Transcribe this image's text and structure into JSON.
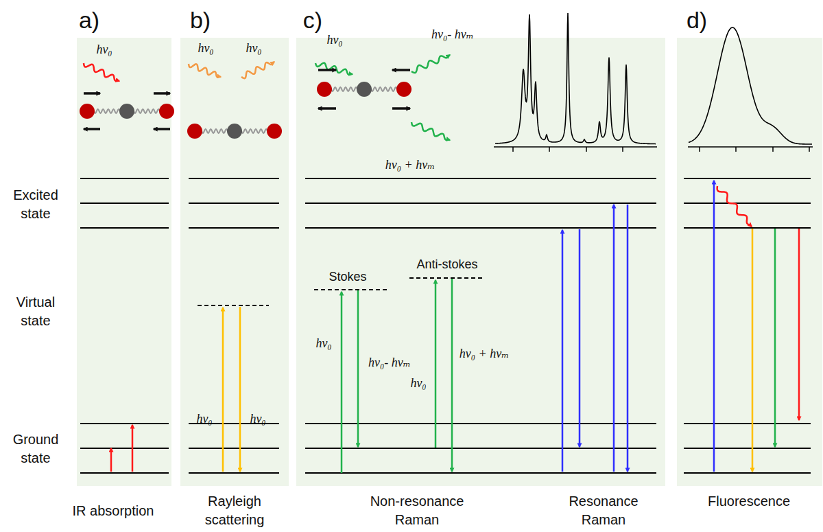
{
  "diagram": {
    "labels": [
      "a)",
      "b)",
      "c)",
      "d)",
      "hν₀",
      "hν₀",
      "hν₀",
      "hν₀",
      "hν₀- hνₘ",
      "hν₀ + hνₘ",
      "Excited state",
      "Stokes",
      "Anti-stokes",
      "Virtual state",
      "hν₀",
      "hν₀- hνₘ",
      "hν₀",
      "hν₀ + hνₘ",
      "hν₀",
      "hν₀",
      "Ground state",
      "IR absorption",
      "Rayleigh scattering",
      "Non-resonance Raman",
      "Resonance Raman",
      "Fluorescence"
    ]
  }
}
